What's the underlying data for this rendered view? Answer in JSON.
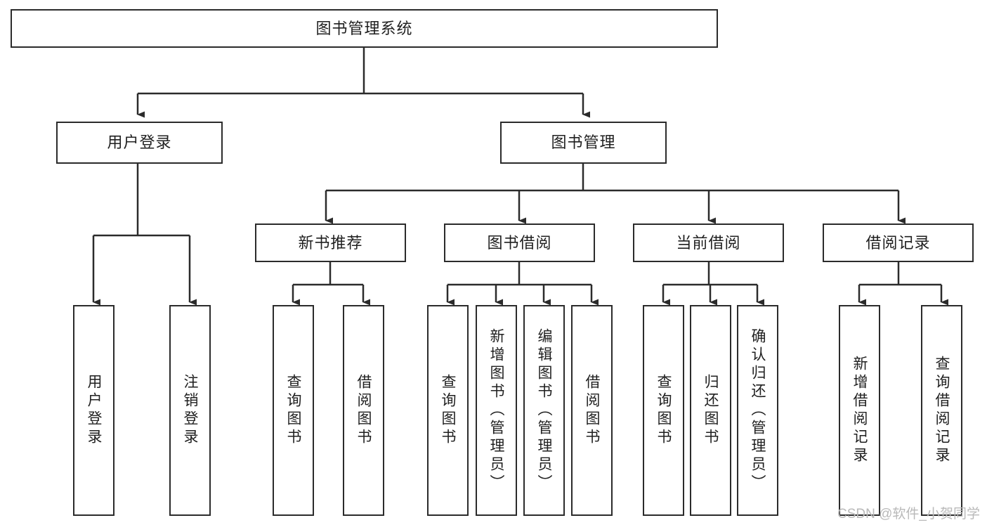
{
  "diagram": {
    "title": "图书管理系统",
    "watermark": "CSDN @软件_小贺同学",
    "colors": {
      "stroke": "#2b2b2b",
      "fill": "#ffffff",
      "text": "#1f1f1f",
      "watermark": "#b9b9b9"
    },
    "levels": {
      "root": {
        "label": "图书管理系统"
      },
      "level1": [
        {
          "label": "用户登录"
        },
        {
          "label": "图书管理"
        }
      ],
      "level2": [
        {
          "label": "新书推荐"
        },
        {
          "label": "图书借阅"
        },
        {
          "label": "当前借阅"
        },
        {
          "label": "借阅记录"
        }
      ],
      "leaves": {
        "user_login": [
          {
            "label": "用户登录"
          },
          {
            "label": "注销登录"
          }
        ],
        "new_book_recommend": [
          {
            "label": "查询图书"
          },
          {
            "label": "借阅图书"
          }
        ],
        "book_borrow": [
          {
            "label": "查询图书"
          },
          {
            "label": "新增图书（管理员）"
          },
          {
            "label": "编辑图书（管理员）"
          },
          {
            "label": "借阅图书"
          }
        ],
        "current_borrow": [
          {
            "label": "查询图书"
          },
          {
            "label": "归还图书"
          },
          {
            "label": "确认归还（管理员）"
          }
        ],
        "borrow_record": [
          {
            "label": "新增借阅记录"
          },
          {
            "label": "查询借阅记录"
          }
        ]
      }
    }
  }
}
